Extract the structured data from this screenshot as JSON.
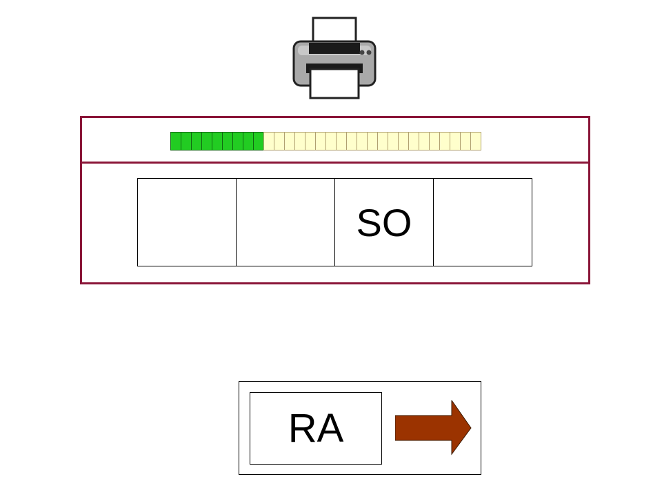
{
  "toolbar": {
    "print_icon": "printer-icon"
  },
  "progress": {
    "filled_segments": 9,
    "total_segments": 30,
    "filled_color": "#22cc22",
    "empty_color": "#ffffcc"
  },
  "word_slots": [
    {
      "text": ""
    },
    {
      "text": ""
    },
    {
      "text": "SO"
    },
    {
      "text": ""
    }
  ],
  "answer": {
    "syllable": "RA",
    "next_icon": "right-arrow-icon",
    "arrow_color": "#9b3300"
  },
  "colors": {
    "panel_border": "#8a1538"
  }
}
